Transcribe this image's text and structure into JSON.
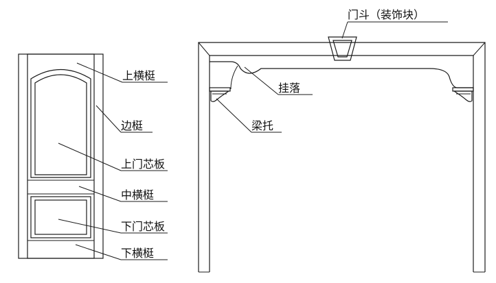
{
  "labels": {
    "top_rail": "上横梃",
    "stile": "边梃",
    "upper_panel": "上门芯板",
    "middle_rail": "中横梃",
    "lower_panel": "下门芯板",
    "bottom_rail": "下横梃",
    "keystone": "门斗（装饰块）",
    "valance": "挂落",
    "corbel": "梁托"
  },
  "colors": {
    "line": "#1a1a1a",
    "text": "#111111",
    "background": "#ffffff"
  }
}
